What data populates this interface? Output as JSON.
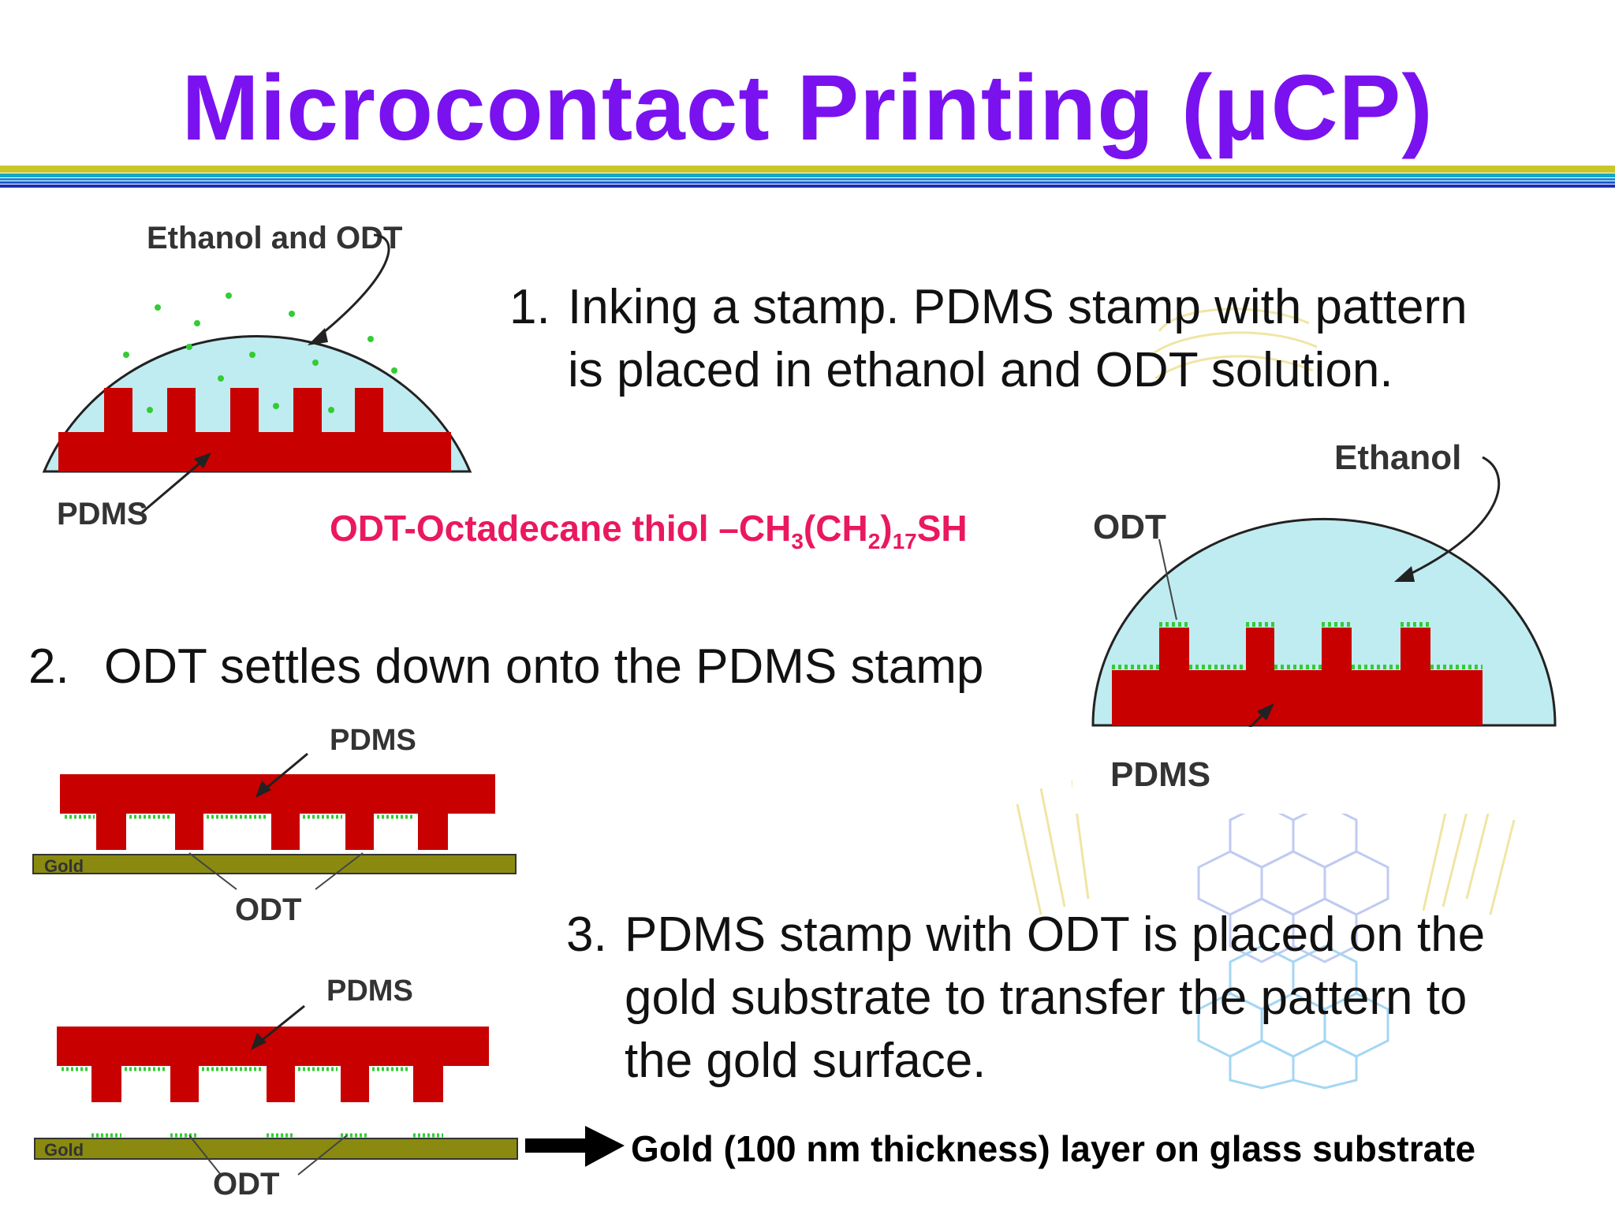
{
  "slide": {
    "title": "Microcontact Printing (μCP)",
    "colors": {
      "title": "#7a12f0",
      "pdms": "#c80000",
      "solution": "#bfecf0",
      "odt_dots": "#33cc33",
      "gold": "#8a8a10",
      "formula": "#ea1860"
    }
  },
  "steps": [
    {
      "number": "1.",
      "line1": "Inking a stamp. PDMS stamp with pattern",
      "line2": "is placed in ethanol and ODT solution."
    },
    {
      "number": "2.",
      "line1": "ODT settles down onto the PDMS stamp"
    },
    {
      "number": "3.",
      "line1": "PDMS stamp with ODT is placed on the",
      "line2": "gold substrate to transfer the pattern to",
      "line3": "the gold surface."
    }
  ],
  "formula": {
    "prefix": "ODT-Octadecane thiol –CH",
    "sub1": "3",
    "mid": "(CH",
    "sub2": "2",
    "mid2": ")",
    "sub3": "17",
    "suffix": "SH"
  },
  "gold_note": "Gold (100 nm thickness) layer on glass substrate",
  "diagram_labels": {
    "ethanol_and_odt": "Ethanol and ODT",
    "pdms": "PDMS",
    "ethanol": "Ethanol",
    "odt": "ODT",
    "gold": "Gold"
  },
  "icons": [
    "arrow-icon",
    "right-arrow-icon"
  ]
}
